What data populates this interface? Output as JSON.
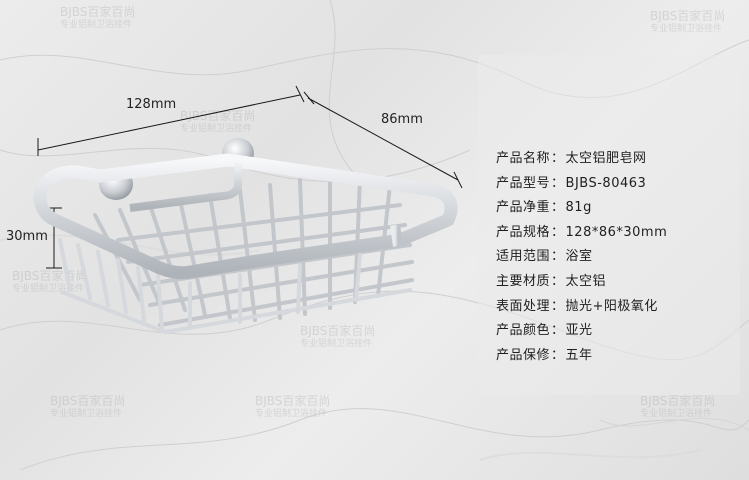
{
  "dimensions": {
    "width_label": "128mm",
    "depth_label": "86mm",
    "height_label": "30mm"
  },
  "watermark": {
    "brand": "BJBS百家百尚",
    "tagline": "专业铝制卫浴挂件"
  },
  "specs": [
    {
      "label": "产品名称",
      "value": "太空铝肥皂网"
    },
    {
      "label": "产品型号",
      "value": "BJBS-80463"
    },
    {
      "label": "产品净重",
      "value": "81g"
    },
    {
      "label": "产品规格",
      "value": "128*86*30mm"
    },
    {
      "label": "适用范围",
      "value": "浴室"
    },
    {
      "label": "主要材质",
      "value": "太空铝"
    },
    {
      "label": "表面处理",
      "value": "抛光+阳极氧化"
    },
    {
      "label": "产品颜色",
      "value": "亚光"
    },
    {
      "label": "产品保修",
      "value": "五年"
    }
  ],
  "separator": "："
}
